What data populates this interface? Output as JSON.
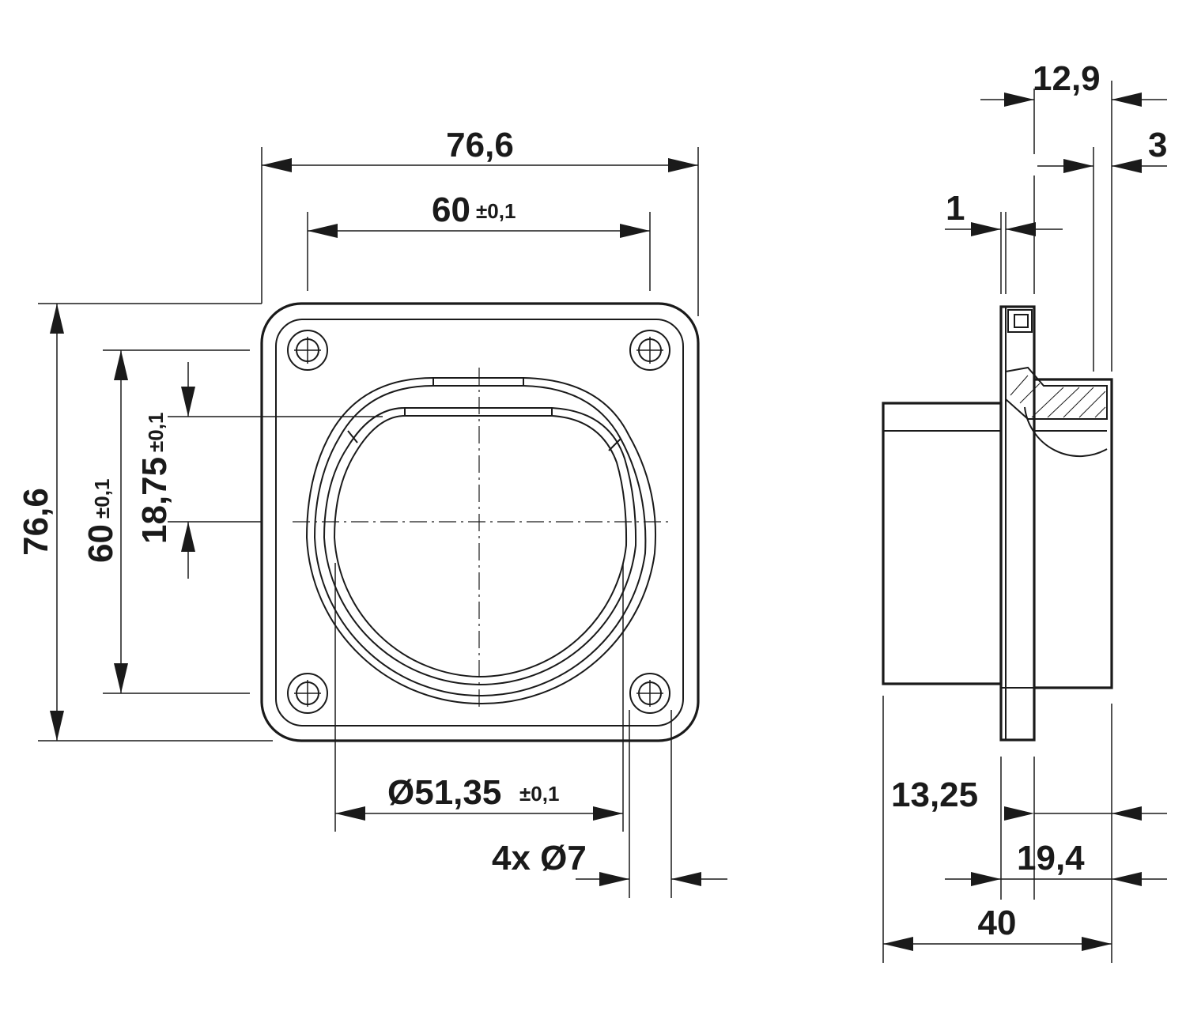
{
  "front_view": {
    "width_overall": "76,6",
    "hole_spacing_h": "60",
    "hole_spacing_h_tol": "±0,1",
    "height_overall": "76,6",
    "hole_spacing_v": "60",
    "hole_spacing_v_tol": "±0,1",
    "offset": "18,75",
    "offset_tol": "±0,1",
    "diameter": "Ø51,35",
    "diameter_tol": "±0,1",
    "holes": "4x Ø7"
  },
  "side_view": {
    "dim_top": "12,9",
    "dim_3": "3",
    "dim_1": "1",
    "dim_13_25": "13,25",
    "dim_19_4": "19,4",
    "dim_40": "40"
  }
}
